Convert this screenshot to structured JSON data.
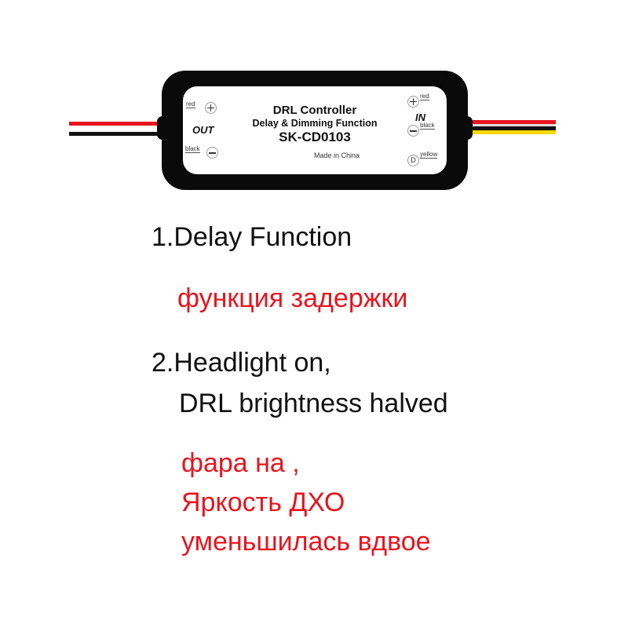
{
  "device": {
    "title": "DRL Controller",
    "subtitle": "Delay & Dimming Function",
    "model": "SK-CD0103",
    "origin": "Made in China",
    "out": {
      "label": "OUT",
      "wires": [
        {
          "name": "red",
          "symbol": "+",
          "color": "#e8141e"
        },
        {
          "name": "black",
          "symbol": "−",
          "color": "#111111"
        }
      ]
    },
    "in": {
      "label": "IN",
      "wires": [
        {
          "name": "red",
          "symbol": "+",
          "color": "#e8141e"
        },
        {
          "name": "black",
          "symbol": "−",
          "color": "#111111"
        },
        {
          "name": "yellow",
          "symbol": "D",
          "color": "#f5d800"
        }
      ]
    }
  },
  "features": [
    {
      "english": "1.Delay Function",
      "russian": [
        "функция задержки"
      ]
    },
    {
      "english_lines": [
        "2.Headlight on,",
        "DRL brightness halved"
      ],
      "russian": [
        "фара на ,",
        "Яркость ДХО",
        "уменьшилась вдвое"
      ]
    }
  ],
  "colors": {
    "english_text": "#111111",
    "russian_text": "#e8141e",
    "device_body": "#0a0a0a"
  }
}
